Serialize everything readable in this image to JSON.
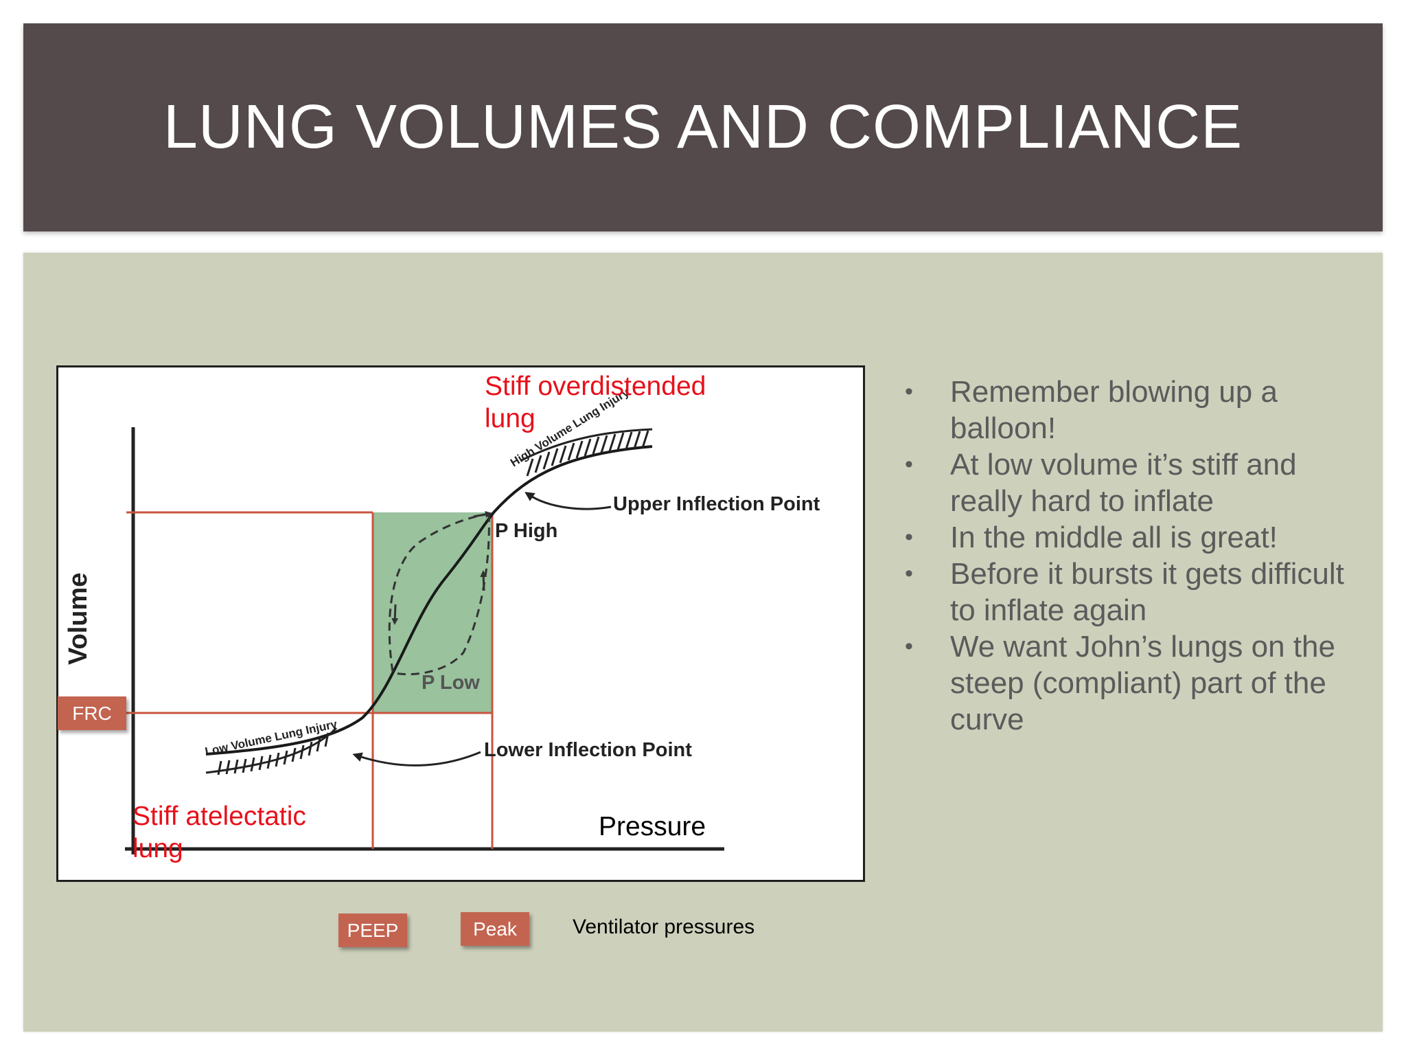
{
  "slide": {
    "title": "LUNG VOLUMES AND COMPLIANCE"
  },
  "diagram": {
    "labels": {
      "stiff_overdistended": "Stiff overdistended lung",
      "stiff_atelectatic": "Stiff atelectatic lung",
      "pressure_axis": "Pressure",
      "volume_axis": "Volume",
      "high_volume_injury": "High Volume Lung Injury",
      "low_volume_injury": "Low Volume Lung Injury",
      "upper_inflection": "Upper Inflection Point",
      "lower_inflection": "Lower Inflection Point",
      "p_high": "P High",
      "p_low": "P Low"
    },
    "tags": {
      "frc": "FRC",
      "peep": "PEEP",
      "peak": "Peak"
    },
    "ventilator_caption": "Ventilator pressures",
    "colors": {
      "guide_lines": "#c8553f",
      "compliant_zone": "#7fb384",
      "label_red": "#e8101a",
      "tag_fill": "#c36450"
    }
  },
  "bullets": [
    "Remember blowing up a balloon!",
    "At low volume it’s stiff and really hard to inflate",
    "In the middle all is great!",
    "Before it bursts it gets difficult to inflate again",
    "We want John’s lungs on the steep (compliant) part of the curve"
  ],
  "bullet_symbol": "•"
}
